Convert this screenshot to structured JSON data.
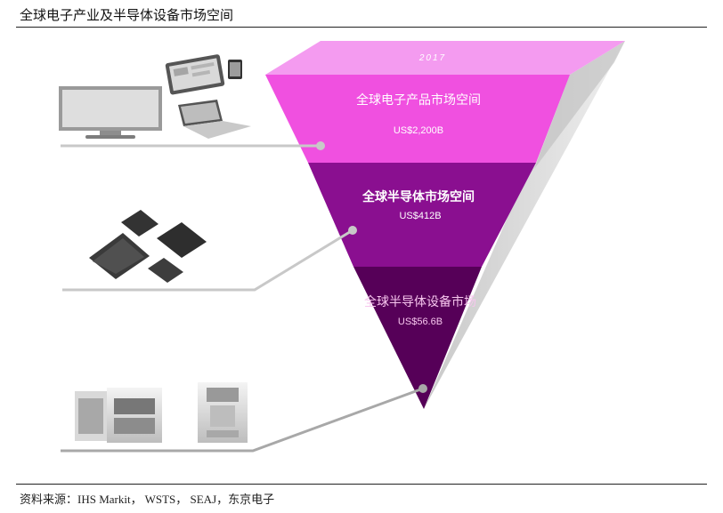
{
  "header": {
    "title": "全球电子产业及半导体设备市场空间"
  },
  "pyramid": {
    "year": "2017",
    "tiers": [
      {
        "label": "全球电子产品市场空间",
        "value": "US$2,200B",
        "color": "#f050e0"
      },
      {
        "label": "全球半导体市场空间",
        "value": "US$412B",
        "color": "#8a0f90"
      },
      {
        "label": "全球半导体设备市场",
        "value": "US$56.6B",
        "color": "#560058"
      }
    ],
    "image_icons": [
      "tv-monitor-icon",
      "tablet-icon",
      "phone-icon",
      "laptop-icon",
      "chip-icon",
      "equipment-icon"
    ]
  },
  "footer": {
    "source": "资料来源：IHS Markit， WSTS， SEAJ，东京电子"
  }
}
